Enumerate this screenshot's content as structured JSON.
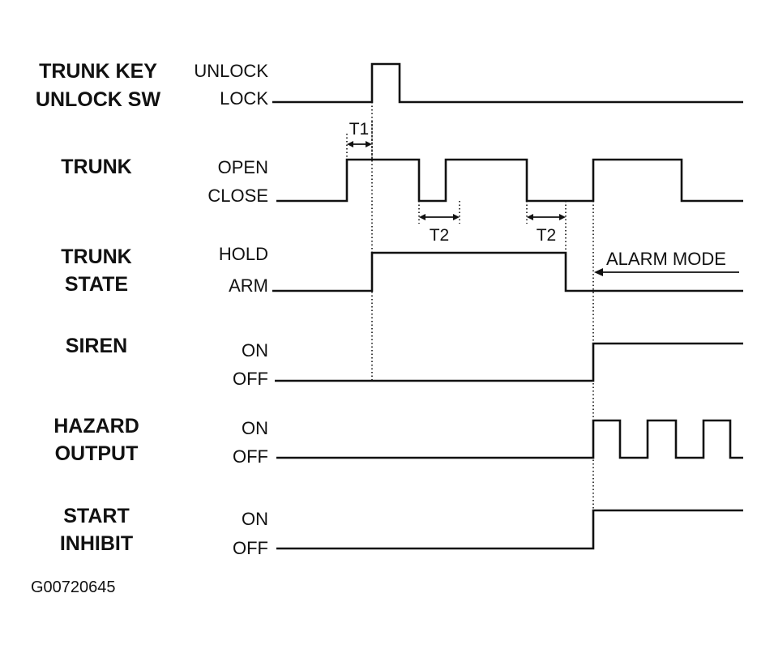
{
  "signals": {
    "trunk_key": {
      "name_line1": "TRUNK KEY",
      "name_line2": "UNLOCK SW",
      "high_label": "UNLOCK",
      "low_label": "LOCK"
    },
    "trunk": {
      "name_line1": "TRUNK",
      "high_label": "OPEN",
      "low_label": "CLOSE"
    },
    "trunk_state": {
      "name_line1": "TRUNK",
      "name_line2": "STATE",
      "high_label": "HOLD",
      "low_label": "ARM"
    },
    "siren": {
      "name_line1": "SIREN",
      "high_label": "ON",
      "low_label": "OFF"
    },
    "hazard": {
      "name_line1": "HAZARD",
      "name_line2": "OUTPUT",
      "high_label": "ON",
      "low_label": "OFF"
    },
    "start_inhibit": {
      "name_line1": "START",
      "name_line2": "INHIBIT",
      "high_label": "ON",
      "low_label": "OFF"
    }
  },
  "intervals": {
    "t1": "T1",
    "t2a": "T2",
    "t2b": "T2"
  },
  "annotations": {
    "alarm_mode": "ALARM MODE"
  },
  "figure_code": "G00720645"
}
